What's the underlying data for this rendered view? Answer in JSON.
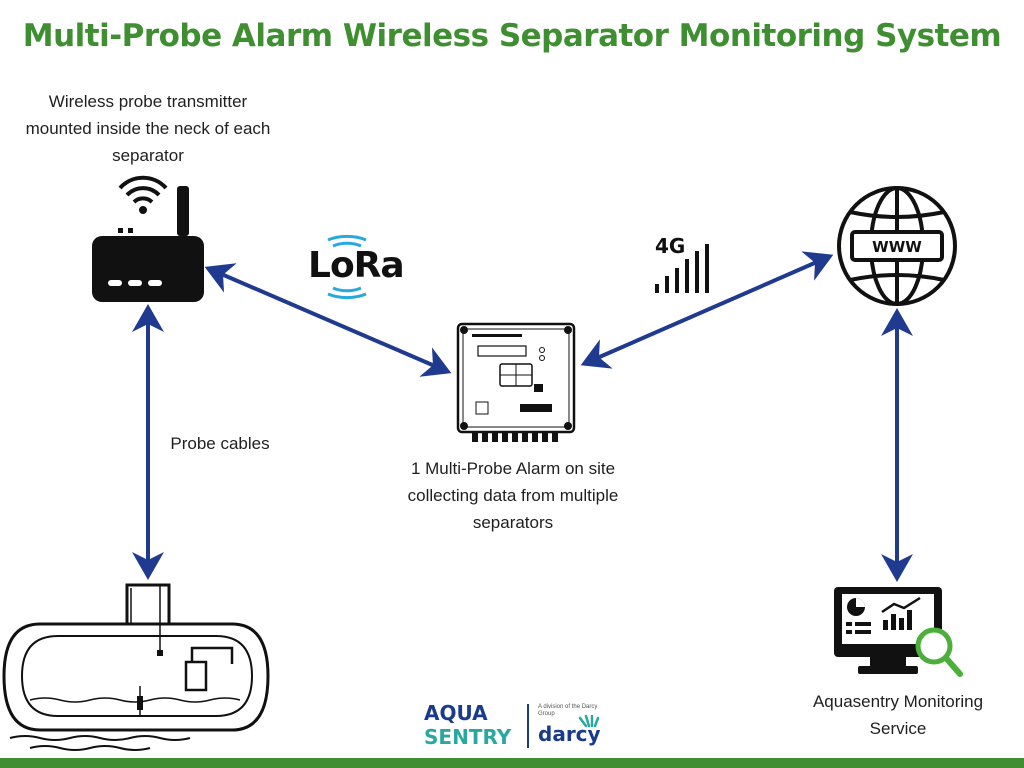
{
  "title": "Multi-Probe Alarm Wireless Separator Monitoring System",
  "captions": {
    "transmitter": "Wireless probe transmitter mounted inside the neck of each separator",
    "probe_cables": "Probe cables",
    "alarm": "1 Multi-Probe Alarm on site collecting data from multiple separators",
    "monitoring": "Aquasentry Monitoring Service"
  },
  "labels": {
    "lora": "LoRa",
    "network_4g": "4G",
    "www": "WWW"
  },
  "logo": {
    "aqua": "AQUA",
    "sentry": "SENTRY",
    "division_note": "A division of the Darcy Group",
    "darcy": "darcy"
  },
  "colors": {
    "title_green": "#3f8f32",
    "arrow_navy": "#1f3a8f",
    "lora_blue": "#29a8e0",
    "logo_teal": "#2aa7a0",
    "logo_navy": "#1a3a8a",
    "bar_green": "#3f8f32",
    "magnifier_green": "#4caf3a"
  },
  "icons": [
    "router-icon",
    "globe-icon",
    "alarm-panel-icon",
    "separator-tank-icon",
    "monitor-analytics-icon",
    "signal-bars-icon",
    "radio-waves-icon"
  ]
}
